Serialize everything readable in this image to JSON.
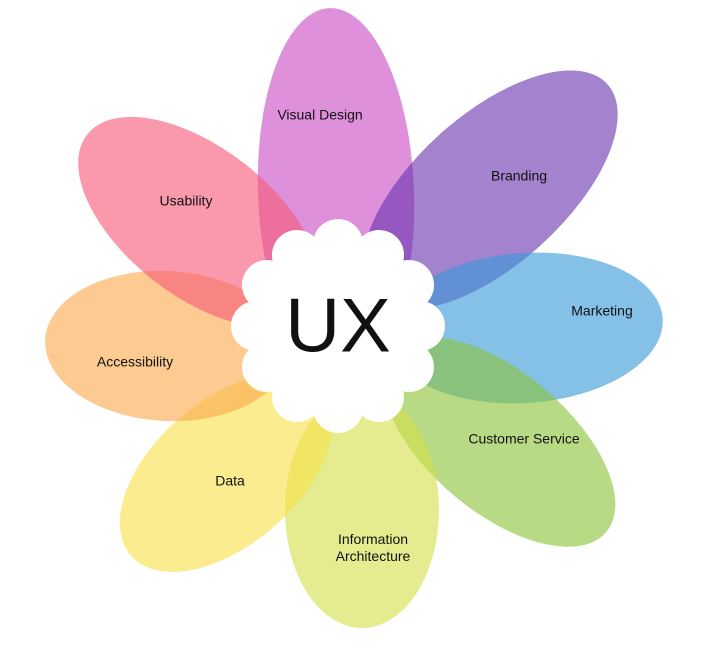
{
  "center": {
    "label": "UX"
  },
  "petals": [
    {
      "label": "Visual Design",
      "color": "#c94dc4"
    },
    {
      "label": "Branding",
      "color": "#6b35b0"
    },
    {
      "label": "Marketing",
      "color": "#3a9ad8"
    },
    {
      "label": "Customer Service",
      "color": "#8cc43a"
    },
    {
      "label": "Information\nArchitecture",
      "color": "#d4e14a"
    },
    {
      "label": "Data",
      "color": "#f7e04a"
    },
    {
      "label": "Accessibility",
      "color": "#fba94d"
    },
    {
      "label": "Usability",
      "color": "#f55a78"
    }
  ]
}
